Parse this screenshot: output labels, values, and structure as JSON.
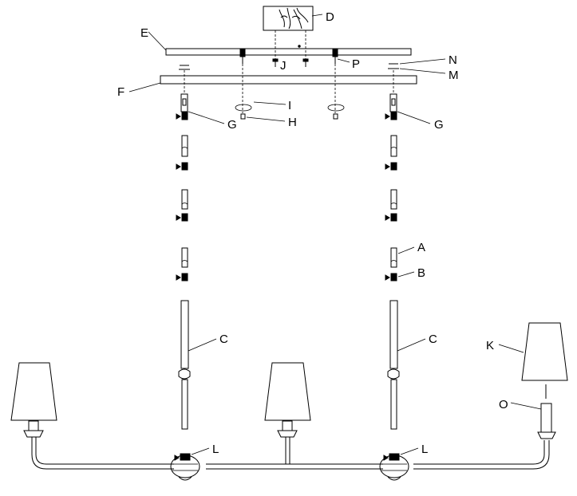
{
  "labels": {
    "A": "A",
    "B": "B",
    "C_left": "C",
    "C_right": "C",
    "D": "D",
    "E": "E",
    "F": "F",
    "G_left": "G",
    "G_right": "G",
    "H": "H",
    "I": "I",
    "J": "J",
    "K": "K",
    "L_left": "L",
    "L_right": "L",
    "M": "M",
    "N": "N",
    "O": "O",
    "P": "P"
  }
}
